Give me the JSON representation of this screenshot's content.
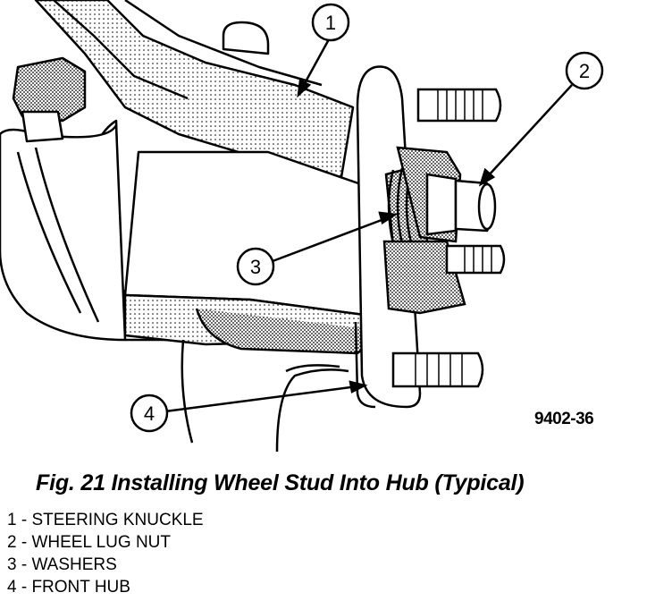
{
  "figure": {
    "callouts": [
      "1",
      "2",
      "3",
      "4"
    ],
    "image_code": "9402-36",
    "caption": "Fig. 21 Installing Wheel Stud Into Hub (Typical)"
  },
  "legend": [
    "1 - STEERING KNUCKLE",
    "2 - WHEEL LUG NUT",
    "3 - WASHERS",
    "4 - FRONT HUB"
  ]
}
